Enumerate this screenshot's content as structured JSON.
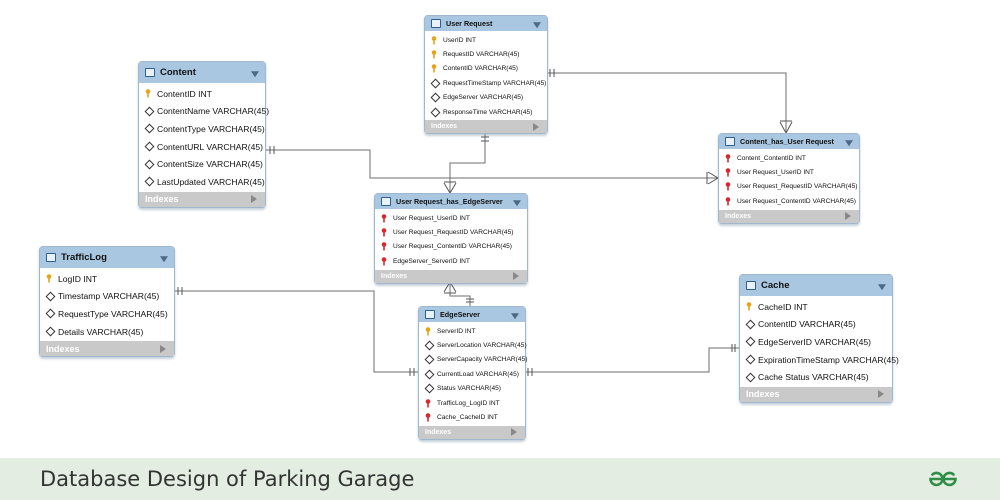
{
  "diagram": {
    "tables": [
      {
        "id": "content",
        "name": "Content",
        "indexes_label": "Indexes",
        "columns": [
          {
            "key": "pk",
            "text": "ContentID INT"
          },
          {
            "key": "col",
            "text": "ContentName VARCHAR(45)"
          },
          {
            "key": "col",
            "text": "ContentType VARCHAR(45)"
          },
          {
            "key": "col",
            "text": "ContentURL VARCHAR(45)"
          },
          {
            "key": "col",
            "text": "ContentSize VARCHAR(45)"
          },
          {
            "key": "col",
            "text": "LastUpdated VARCHAR(45)"
          }
        ]
      },
      {
        "id": "userrequest",
        "name": "User Request",
        "indexes_label": "Indexes",
        "columns": [
          {
            "key": "pk",
            "text": "UserID INT"
          },
          {
            "key": "pk",
            "text": "RequestID VARCHAR(45)"
          },
          {
            "key": "pk",
            "text": "ContentID VARCHAR(45)"
          },
          {
            "key": "col",
            "text": "RequestTimeStamp VARCHAR(45)"
          },
          {
            "key": "col",
            "text": "EdgeServer VARCHAR(45)"
          },
          {
            "key": "col",
            "text": "ResponseTime VARCHAR(45)"
          }
        ]
      },
      {
        "id": "contenthas",
        "name": "Content_has_User Request",
        "indexes_label": "Indexes",
        "columns": [
          {
            "key": "fk",
            "text": "Content_ContentID INT"
          },
          {
            "key": "fk",
            "text": "User Request_UserID INT"
          },
          {
            "key": "fk",
            "text": "User Request_RequestID VARCHAR(45)"
          },
          {
            "key": "fk",
            "text": "User Request_ContentID VARCHAR(45)"
          }
        ]
      },
      {
        "id": "urhas",
        "name": "User Request_has_EdgeServer",
        "indexes_label": "Indexes",
        "columns": [
          {
            "key": "fk",
            "text": "User Request_UserID INT"
          },
          {
            "key": "fk",
            "text": "User Request_RequestID VARCHAR(45)"
          },
          {
            "key": "fk",
            "text": "User Request_ContentID VARCHAR(45)"
          },
          {
            "key": "fk",
            "text": "EdgeServer_ServerID INT"
          }
        ]
      },
      {
        "id": "trafficlog",
        "name": "TrafficLog",
        "indexes_label": "Indexes",
        "columns": [
          {
            "key": "pk",
            "text": "LogID INT"
          },
          {
            "key": "col",
            "text": "Timestamp VARCHAR(45)"
          },
          {
            "key": "col",
            "text": "RequestType VARCHAR(45)"
          },
          {
            "key": "col",
            "text": "Details VARCHAR(45)"
          }
        ]
      },
      {
        "id": "edgeserver",
        "name": "EdgeServer",
        "indexes_label": "Indexes",
        "columns": [
          {
            "key": "pk",
            "text": "ServerID INT"
          },
          {
            "key": "col",
            "text": "ServerLocation VARCHAR(45)"
          },
          {
            "key": "col",
            "text": "ServerCapacity VARCHAR(45)"
          },
          {
            "key": "col",
            "text": "CurrentLoad VARCHAR(45)"
          },
          {
            "key": "col",
            "text": "Status VARCHAR(45)"
          },
          {
            "key": "fk",
            "text": "TrafficLog_LogID INT"
          },
          {
            "key": "fk",
            "text": "Cache_CacheID INT"
          }
        ]
      },
      {
        "id": "cache",
        "name": "Cache",
        "indexes_label": "Indexes",
        "columns": [
          {
            "key": "pk",
            "text": "CacheID INT"
          },
          {
            "key": "col",
            "text": "ContentID VARCHAR(45)"
          },
          {
            "key": "col",
            "text": "EdgeServerID VARCHAR(45)"
          },
          {
            "key": "col",
            "text": "ExpirationTimeStamp VARCHAR(45)"
          },
          {
            "key": "col",
            "text": "Cache Status VARCHAR(45)"
          }
        ]
      }
    ]
  },
  "footer": {
    "title": "Database Design of Parking Garage",
    "logo_icon": "geeksforgeeks-logo-icon",
    "logo_color": "#2f8d46"
  },
  "colors": {
    "header": "#a9c7e0",
    "indexes_bar": "#c9c9c9",
    "pk_key": "#e8a317",
    "fk_key": "#d9272e",
    "footer_bg": "#e3ede2"
  }
}
